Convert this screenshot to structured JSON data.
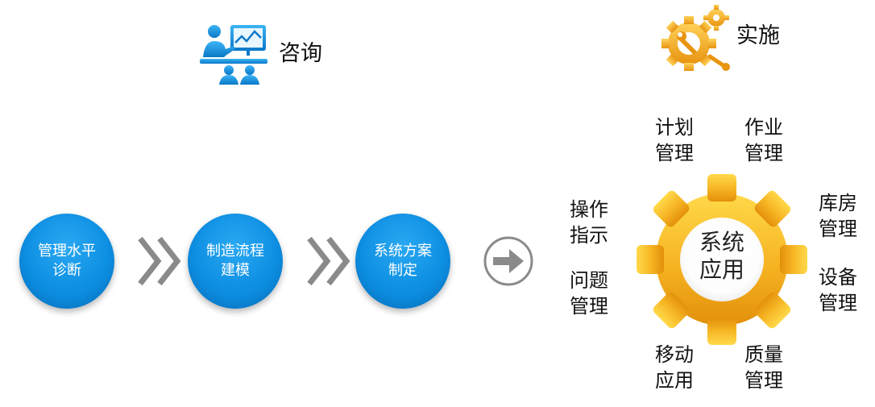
{
  "consult": {
    "label": "咨询",
    "icon": "presentation-icon"
  },
  "implement": {
    "label": "实施",
    "icon": "gear-wrench-icon"
  },
  "steps": [
    {
      "line1": "管理水平",
      "line2": "诊断"
    },
    {
      "line1": "制造流程",
      "line2": "建模"
    },
    {
      "line1": "系统方案",
      "line2": "制定"
    }
  ],
  "center": {
    "line1": "系统",
    "line2": "应用"
  },
  "around": [
    {
      "line1": "计划",
      "line2": "管理"
    },
    {
      "line1": "作业",
      "line2": "管理"
    },
    {
      "line1": "库房",
      "line2": "管理"
    },
    {
      "line1": "设备",
      "line2": "管理"
    },
    {
      "line1": "质量",
      "line2": "管理"
    },
    {
      "line1": "移动",
      "line2": "应用"
    },
    {
      "line1": "问题",
      "line2": "管理"
    },
    {
      "line1": "操作",
      "line2": "指示"
    }
  ],
  "colors": {
    "blue": "#0d8fe2",
    "gold": "#f2a81a",
    "gray": "#8a8a8a"
  }
}
